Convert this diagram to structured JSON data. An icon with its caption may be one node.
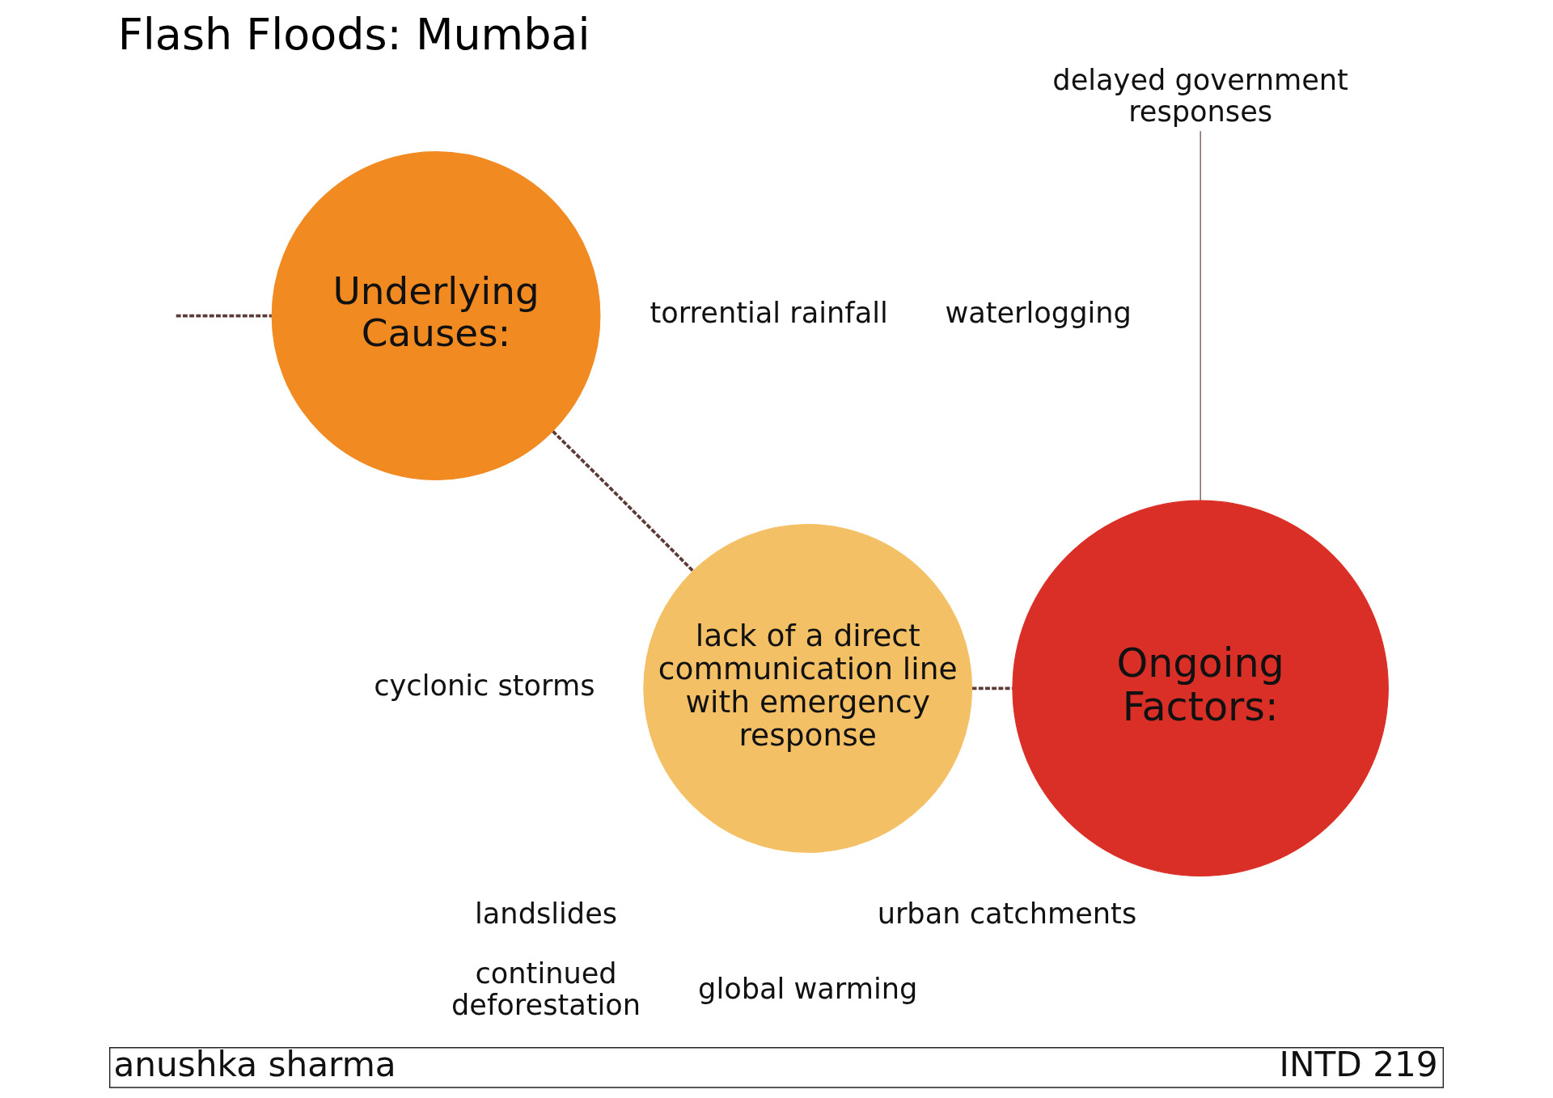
{
  "diagram": {
    "title": "Flash Floods: Mumbai",
    "nodes": [
      {
        "text": [
          "delayed government responses"
        ]
      },
      {
        "text": [
          "Underlying Causes:"
        ]
      },
      {
        "text": [
          "Ongoing Factors:"
        ]
      },
      {
        "text": [
          "lack of a direct communication line with emergency response"
        ]
      },
      {
        "text": [
          "anushka sharma",
          "INTD 219"
        ]
      }
    ],
    "edges": [
      {
        "from": null,
        "to": 1,
        "arrow": "none",
        "style": "dashed"
      },
      {
        "from": 1,
        "to": 3,
        "arrow": "none",
        "style": "dashed"
      },
      {
        "from": 3,
        "to": 2,
        "arrow": "none",
        "style": "dashed"
      },
      {
        "from": 0,
        "to": 2,
        "arrow": "none"
      }
    ],
    "labels": [
      "torrential rainfall",
      "waterlogging",
      "cyclonic storms",
      "landslides",
      "urban catchments",
      "continued deforestation",
      "global warming"
    ]
  }
}
